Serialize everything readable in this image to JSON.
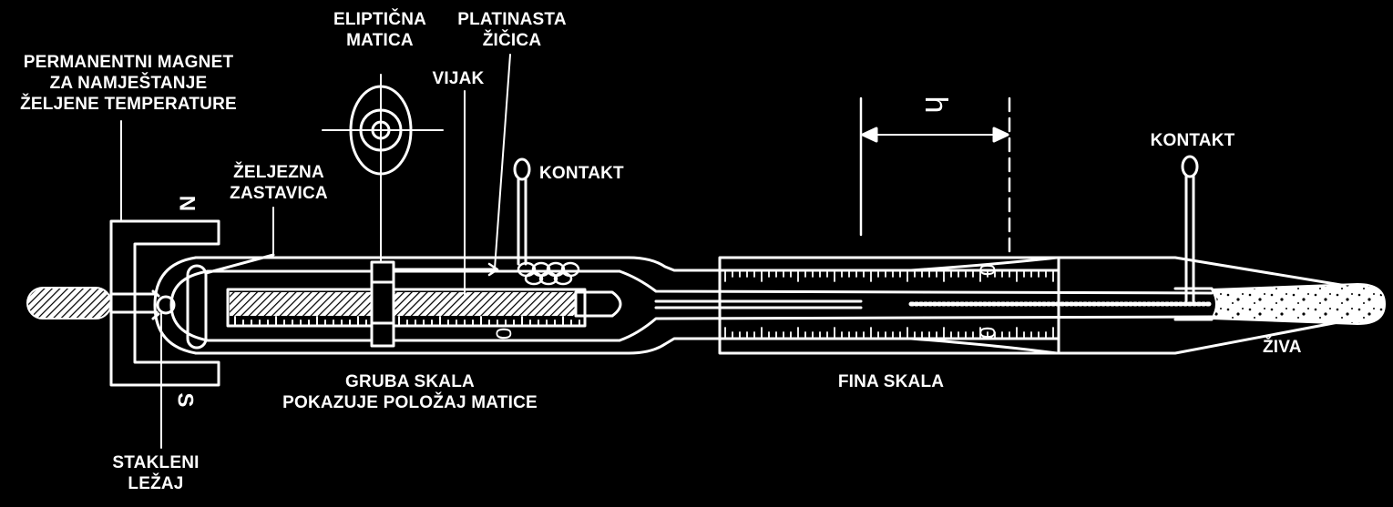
{
  "labels": {
    "permanent_magnet": [
      "PERMANENTNI MAGNET",
      "ZA NAMJEŠTANJE",
      "ŽELJENE TEMPERATURE"
    ],
    "elliptic_nut": [
      "ELIPTIČNA",
      "MATICA"
    ],
    "platinum_wire": [
      "PLATINASTA",
      "ŽIČICA"
    ],
    "screw": "VIJAK",
    "iron_flag": [
      "ŽELJEZNA",
      "ZASTAVICA"
    ],
    "contact_left": "KONTAKT",
    "contact_right": "KONTAKT",
    "dimension_h": "h",
    "magnet_n": "N",
    "magnet_s": "S",
    "coarse_scale": [
      "GRUBA SKALA",
      "POKAZUJE POLOŽAJ MATICE"
    ],
    "fine_scale": "FINA SKALA",
    "mercury": "ŽIVA",
    "glass_bearing": [
      "STAKLENI",
      "LEŽAJ"
    ],
    "coarse_scale_digit": "0",
    "fine_scale_digit_top": "0",
    "fine_scale_digit_bottom": "0"
  },
  "colors": {
    "background": "#000000",
    "foreground": "#ffffff"
  }
}
